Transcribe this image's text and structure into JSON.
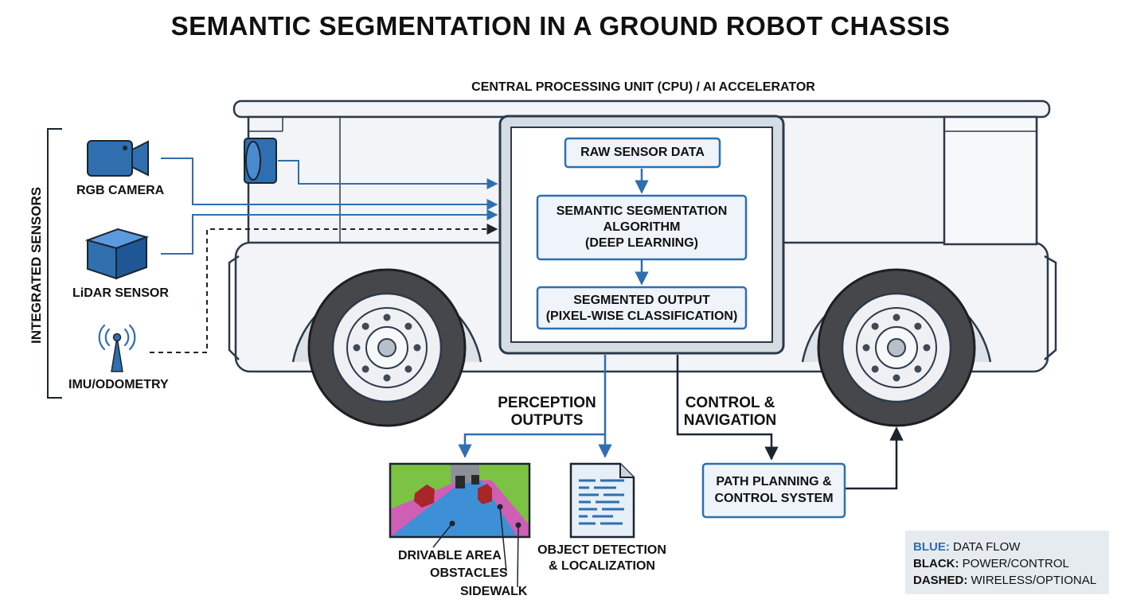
{
  "title": "SEMANTIC SEGMENTATION IN A GROUND ROBOT CHASSIS",
  "cpu_label": "CENTRAL PROCESSING UNIT (CPU) / AI ACCELERATOR",
  "sensors_group_label": "INTEGRATED SENSORS",
  "sensors": [
    {
      "label": "RGB CAMERA",
      "icon": "camera-icon"
    },
    {
      "label": "LiDAR SENSOR",
      "icon": "cube-icon"
    },
    {
      "label": "IMU/ODOMETRY",
      "icon": "antenna-icon"
    }
  ],
  "pipeline": {
    "raw": "RAW SENSOR DATA",
    "seg_line1": "SEMANTIC SEGMENTATION",
    "seg_line2": "ALGORITHM",
    "seg_line3": "(DEEP LEARNING)",
    "out_line1": "SEGMENTED OUTPUT",
    "out_line2": "(PIXEL-WISE CLASSIFICATION)"
  },
  "perception": {
    "title_line1": "PERCEPTION",
    "title_line2": "OUTPUTS",
    "seg_labels": [
      "DRIVABLE AREA",
      "OBSTACLES",
      "SIDEWALK"
    ],
    "detection_line1": "OBJECT DETECTION",
    "detection_line2": "& LOCALIZATION"
  },
  "control": {
    "title_line1": "CONTROL &",
    "title_line2": "NAVIGATION",
    "box_line1": "PATH PLANNING &",
    "box_line2": "CONTROL SYSTEM"
  },
  "legend": [
    {
      "key": "BLUE:",
      "value": "DATA FLOW"
    },
    {
      "key": "BLACK:",
      "value": "POWER/CONTROL"
    },
    {
      "key": "DASHED:",
      "value": "WIRELESS/OPTIONAL"
    }
  ],
  "colors": {
    "data_flow": "#2f6fb0",
    "power_control": "#1b2530",
    "chassis_fill": "#f2f4f7",
    "chassis_stroke": "#2b3a4a",
    "box_fill": "#eef4fa",
    "drivable": "#3d8fd6",
    "sidewalk": "#cf5fb5",
    "grass": "#7cc244",
    "obstacle": "#a8262a"
  }
}
